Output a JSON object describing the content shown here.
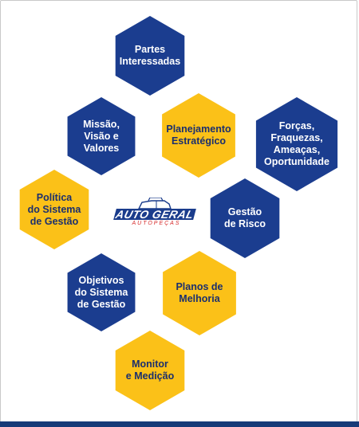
{
  "diagram": {
    "colors": {
      "blue": "#1b3d8f",
      "yellow": "#fbc118",
      "logo_red": "#d62b2b"
    },
    "logo": {
      "main": "AUTO GERAL",
      "sub": "AUTOPEÇAS",
      "icon": "truck-icon"
    },
    "nodes": [
      {
        "key": "partes",
        "label": "Partes\nInteressadas",
        "color": "blue"
      },
      {
        "key": "missao",
        "label": "Missão,\nVisão e\nValores",
        "color": "blue"
      },
      {
        "key": "planejamento",
        "label": "Planejamento\nEstratégico",
        "color": "yellow"
      },
      {
        "key": "swot",
        "label": "Forças,\nFraquezas,\nAmeaças,\nOportunidade",
        "color": "blue"
      },
      {
        "key": "politica",
        "label": "Política\ndo Sistema\nde Gestão",
        "color": "yellow"
      },
      {
        "key": "risco",
        "label": "Gestão\nde Risco",
        "color": "blue"
      },
      {
        "key": "objetivos",
        "label": "Objetivos\ndo Sistema\nde Gestão",
        "color": "blue"
      },
      {
        "key": "planos",
        "label": "Planos de\nMelhoria",
        "color": "yellow"
      },
      {
        "key": "monitor",
        "label": "Monitor\ne Medição",
        "color": "yellow"
      }
    ]
  }
}
